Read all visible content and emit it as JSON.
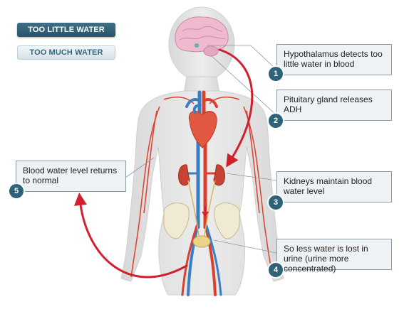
{
  "tabs": {
    "too_little": "TOO LITTLE WATER",
    "too_much": "TOO MUCH WATER"
  },
  "steps": [
    {
      "number": "1",
      "text": "Hypothalamus detects too little water in blood"
    },
    {
      "number": "2",
      "text": "Pituitary gland releases ADH"
    },
    {
      "number": "3",
      "text": "Kidneys maintain blood water level"
    },
    {
      "number": "4",
      "text": "So less water is lost in urine (urine more concentrated)"
    },
    {
      "number": "5",
      "text": "Blood water level returns to normal"
    }
  ],
  "colors": {
    "badge": "#2d6278",
    "arrow": "#d0202e",
    "body": "#e6e6e6",
    "artery": "#d9402f",
    "vein": "#3a7fc4",
    "callout_bg": "#eef2f5"
  }
}
